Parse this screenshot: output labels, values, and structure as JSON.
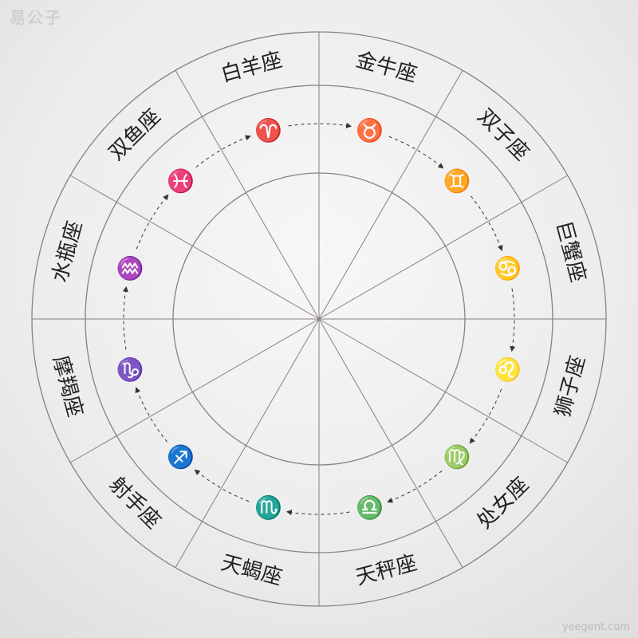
{
  "logo_text": "易公子",
  "watermark": "yeegent.com",
  "signs": [
    {
      "label": "白羊座",
      "glyph": "♈"
    },
    {
      "label": "金牛座",
      "glyph": "♉"
    },
    {
      "label": "双子座",
      "glyph": "♊"
    },
    {
      "label": "巨蟹座",
      "glyph": "♋"
    },
    {
      "label": "狮子座",
      "glyph": "♌"
    },
    {
      "label": "处女座",
      "glyph": "♍"
    },
    {
      "label": "天秤座",
      "glyph": "♎"
    },
    {
      "label": "天蝎座",
      "glyph": "♏"
    },
    {
      "label": "射手座",
      "glyph": "♐"
    },
    {
      "label": "摩羯座",
      "glyph": "♑"
    },
    {
      "label": "水瓶座",
      "glyph": "♒"
    },
    {
      "label": "双鱼座",
      "glyph": "♓"
    }
  ],
  "colors": {
    "line": "#8a8080",
    "text": "#222222",
    "arrow": "#333333"
  }
}
